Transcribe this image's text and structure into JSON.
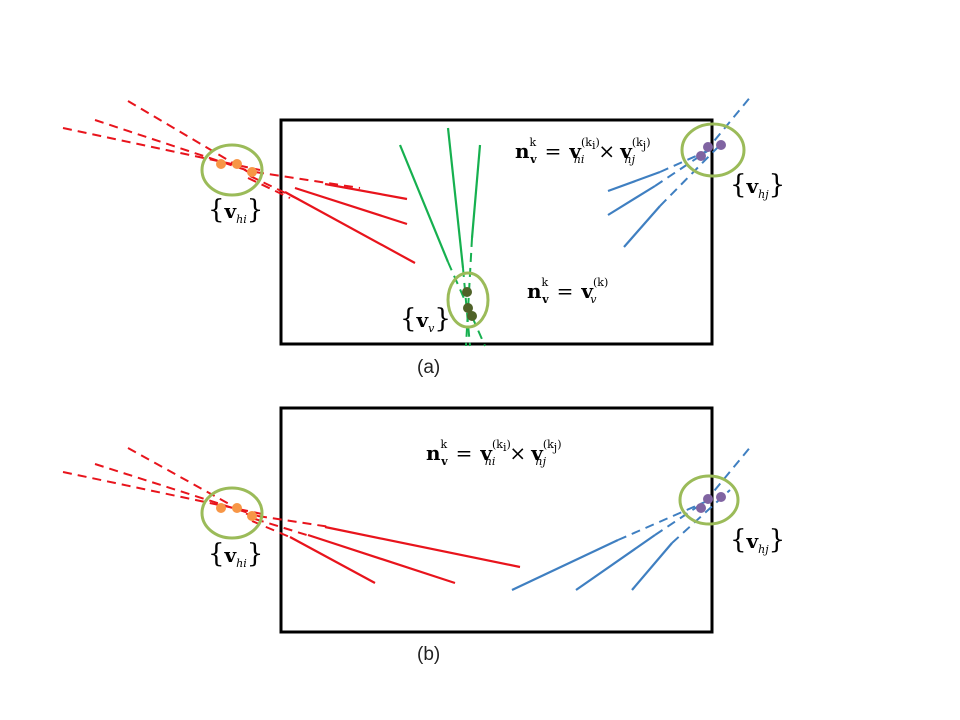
{
  "panels": {
    "a": {
      "caption": "(a)",
      "equation_top": {
        "lhs_base": "n",
        "lhs_sub": "v",
        "lhs_sup": "k",
        "rhs1_base": "v",
        "rhs1_sub": "hi",
        "rhs1_sup": "(k",
        "rhs1_sup_sub": "i",
        "rhs1_sup_close": ")",
        "times": "×",
        "rhs2_base": "v",
        "rhs2_sub": "hj",
        "rhs2_sup": "(k",
        "rhs2_sup_sub": "j",
        "rhs2_sup_close": ")",
        "equals": "="
      },
      "equation_mid": {
        "lhs_base": "n",
        "lhs_sub": "v",
        "lhs_sup": "k",
        "rhs_base": "v",
        "rhs_sub": "v",
        "rhs_sup": "(k)",
        "equals": "="
      },
      "labels": {
        "left_set": {
          "open": "{",
          "base": "v",
          "sub": "hi",
          "close": "}"
        },
        "right_set": {
          "open": "{",
          "base": "v",
          "sub": "hj",
          "close": "}"
        },
        "bottom_set": {
          "open": "{",
          "base": "v",
          "sub": "v",
          "close": "}"
        }
      }
    },
    "b": {
      "caption": "(b)",
      "equation_top": {
        "lhs_base": "n",
        "lhs_sub": "v",
        "lhs_sup": "k",
        "rhs1_base": "v",
        "rhs1_sub": "hi",
        "rhs1_sup": "(k",
        "rhs1_sup_sub": "i",
        "rhs1_sup_close": ")",
        "times": "×",
        "rhs2_base": "v",
        "rhs2_sub": "hj",
        "rhs2_sup": "(k",
        "rhs2_sup_sub": "j",
        "rhs2_sup_close": ")",
        "equals": "="
      },
      "labels": {
        "left_set": {
          "open": "{",
          "base": "v",
          "sub": "hi",
          "close": "}"
        },
        "right_set": {
          "open": "{",
          "base": "v",
          "sub": "hj",
          "close": "}"
        }
      }
    }
  },
  "colors": {
    "red_tracks": "#e8141c",
    "blue_tracks": "#3f7fc1",
    "green_tracks": "#16b04f",
    "vertex_circle": "#9bbb59",
    "orange_dots": "#f79646",
    "purple_dots": "#8064a2",
    "olive_dots": "#4f6228",
    "frame": "#000000"
  }
}
